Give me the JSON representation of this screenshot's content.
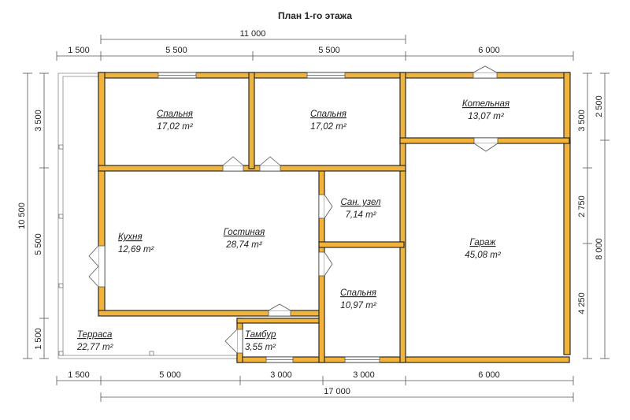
{
  "title": "План 1-го этажа",
  "dimensions": {
    "top_total": "11 000",
    "top": [
      "1 500",
      "5 500",
      "5 500",
      "6 000"
    ],
    "bottom": [
      "1 500",
      "5 000",
      "3 000",
      "3 000",
      "6 000"
    ],
    "bottom_total": "17 000",
    "left_total": "10 500",
    "left": [
      "3 500",
      "5 500",
      "1 500"
    ],
    "right_inner": [
      "3 500",
      "2 750",
      "4 250"
    ],
    "right_outer": [
      "2 500",
      "8 000"
    ]
  },
  "rooms": [
    {
      "id": "bedroom-1",
      "name": "Спальня",
      "area": "17,02 m²"
    },
    {
      "id": "bedroom-2",
      "name": "Спальня",
      "area": "17,02 m²"
    },
    {
      "id": "boiler-room",
      "name": "Котельная",
      "area": "13,07 m²"
    },
    {
      "id": "bathroom",
      "name": "Сан. узел",
      "area": "7,14 m²"
    },
    {
      "id": "kitchen",
      "name": "Кухня",
      "area": "12,69 m²"
    },
    {
      "id": "living-room",
      "name": "Гостиная",
      "area": "28,74 m²"
    },
    {
      "id": "garage",
      "name": "Гараж",
      "area": "45,08 m²"
    },
    {
      "id": "bedroom-3",
      "name": "Спальня",
      "area": "10,97 m²"
    },
    {
      "id": "terrace",
      "name": "Терраса",
      "area": "22,77 m²"
    },
    {
      "id": "vestibule",
      "name": "Тамбур",
      "area": "3,55 m²"
    }
  ]
}
